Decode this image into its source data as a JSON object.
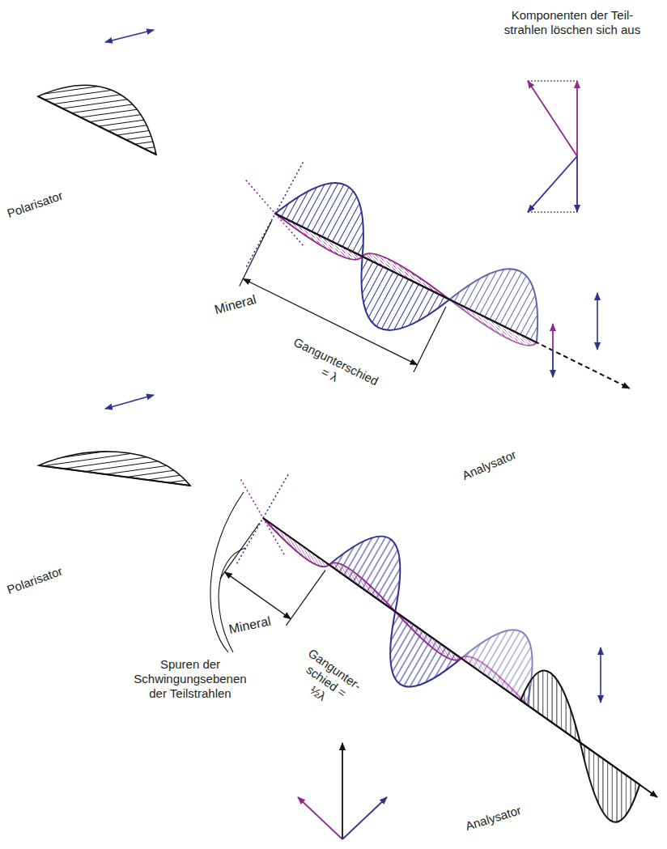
{
  "diagram": {
    "nodes": [
      {
        "text": [
          "Polarisator"
        ]
      },
      {
        "text": [
          "Mineral"
        ]
      },
      {
        "text": [
          "Analysator"
        ]
      },
      {
        "text": [
          "Polarisator"
        ]
      },
      {
        "text": [
          "Mineral"
        ]
      },
      {
        "text": [
          "Analysator"
        ]
      }
    ],
    "labels": [
      "Komponenten der Teil- strahlen löschen sich aus",
      "Gangunterschied = λ",
      "Spuren der Schwingungsebenen der Teilstrahlen",
      "Gangunter- schied = ½λ"
    ]
  }
}
